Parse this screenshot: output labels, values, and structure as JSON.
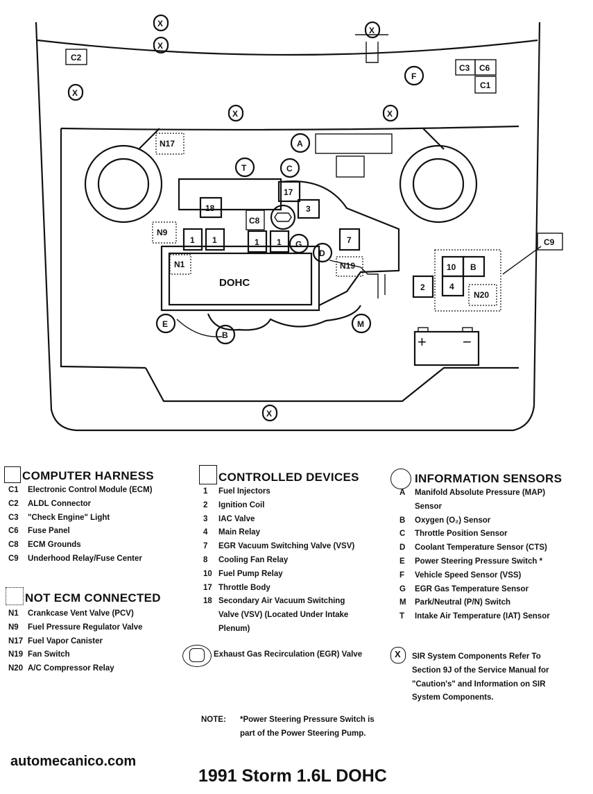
{
  "diagram": {
    "engine_label": "DOHC",
    "connector_labels": {
      "C2": "C2",
      "C3": "C3",
      "C6": "C6",
      "C1": "C1",
      "C9": "C9",
      "N17": "N17",
      "N9": "N9",
      "N1": "N1",
      "N19": "N19",
      "N20": "N20"
    },
    "device_labels": {
      "d18": "18",
      "d17": "17",
      "d3": "3",
      "d1a": "1",
      "d1b": "1",
      "d1c": "1",
      "d1d": "1",
      "d7": "7",
      "dC8": "C8",
      "d10": "10",
      "dB": "B",
      "d4": "4",
      "d2": "2"
    },
    "sensor_labels": {
      "A": "A",
      "T": "T",
      "C": "C",
      "G": "G",
      "D": "D",
      "E": "E",
      "B": "B",
      "M": "M",
      "F": "F"
    },
    "sir_mark": "X",
    "battery_plus": "+",
    "battery_minus": "−"
  },
  "legend": {
    "computer_harness": {
      "title": "COMPUTER HARNESS",
      "items": [
        {
          "code": "C1",
          "text": "Electronic Control Module (ECM)"
        },
        {
          "code": "C2",
          "text": "ALDL Connector"
        },
        {
          "code": "C3",
          "text": "\"Check Engine\" Light"
        },
        {
          "code": "C6",
          "text": "Fuse Panel"
        },
        {
          "code": "C8",
          "text": "ECM Grounds"
        },
        {
          "code": "C9",
          "text": "Underhood Relay/Fuse Center"
        }
      ]
    },
    "not_ecm": {
      "title": "NOT ECM CONNECTED",
      "items": [
        {
          "code": "N1",
          "text": "Crankcase Vent Valve (PCV)"
        },
        {
          "code": "N9",
          "text": "Fuel Pressure Regulator Valve"
        },
        {
          "code": "N17",
          "text": "Fuel Vapor Canister"
        },
        {
          "code": "N19",
          "text": "Fan Switch"
        },
        {
          "code": "N20",
          "text": "A/C Compressor Relay"
        }
      ]
    },
    "controlled_devices": {
      "title": "CONTROLLED DEVICES",
      "items": [
        {
          "code": "1",
          "text": "Fuel Injectors"
        },
        {
          "code": "2",
          "text": "Ignition Coil"
        },
        {
          "code": "3",
          "text": "IAC Valve"
        },
        {
          "code": "4",
          "text": "Main Relay"
        },
        {
          "code": "7",
          "text": "EGR Vacuum Switching Valve (VSV)"
        },
        {
          "code": "8",
          "text": "Cooling Fan Relay"
        },
        {
          "code": "10",
          "text": "Fuel Pump Relay"
        },
        {
          "code": "17",
          "text": "Throttle Body"
        },
        {
          "code": "18",
          "text": "Secondary Air Vacuum Switching"
        }
      ],
      "item18_cont1": "Valve (VSV) (Located Under Intake",
      "item18_cont2": "Plenum)"
    },
    "egr": "Exhaust Gas Recirculation (EGR) Valve",
    "information_sensors": {
      "title": "INFORMATION SENSORS",
      "items": [
        {
          "code": "A",
          "text": "Manifold Absolute Pressure (MAP)"
        },
        {
          "code": "",
          "text": "Sensor"
        },
        {
          "code": "B",
          "text": "Oxygen (O₂) Sensor"
        },
        {
          "code": "C",
          "text": "Throttle Position Sensor"
        },
        {
          "code": "D",
          "text": "Coolant Temperature Sensor (CTS)"
        },
        {
          "code": "E",
          "text": "Power Steering Pressure Switch *"
        },
        {
          "code": "F",
          "text": "Vehicle Speed Sensor (VSS)"
        },
        {
          "code": "G",
          "text": "EGR Gas Temperature Sensor"
        },
        {
          "code": "M",
          "text": "Park/Neutral (P/N) Switch"
        },
        {
          "code": "T",
          "text": "Intake Air Temperature (IAT) Sensor"
        }
      ]
    },
    "sir": {
      "symbol": "X",
      "lines": [
        "SIR System Components Refer To",
        "Section 9J of the Service Manual for",
        "\"Caution's\" and Information on SIR",
        "System Components."
      ]
    },
    "note_label": "NOTE:",
    "note_lines": [
      "*Power Steering Pressure Switch is",
      "part of the Power Steering Pump."
    ]
  },
  "footer": {
    "site": "automecanico.com",
    "title": "1991 Storm 1.6L DOHC"
  }
}
